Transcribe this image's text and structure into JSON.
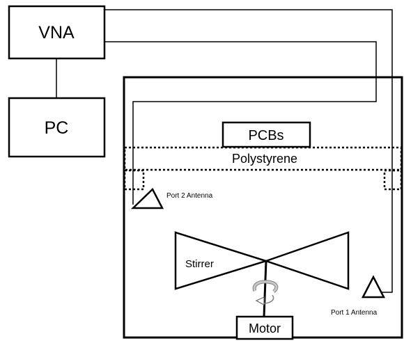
{
  "blocks": {
    "vna": "VNA",
    "pc": "PC",
    "pcbs": "PCBs",
    "polystyrene": "Polystyrene",
    "stirrer": "Stirrer",
    "motor": "Motor"
  },
  "antennas": {
    "port2": "Port 2 Antenna",
    "port1": "Port 1 Antenna"
  },
  "colors": {
    "stroke": "#000000",
    "background": "#ffffff",
    "rotation_arrow": "#a6a6a6"
  }
}
